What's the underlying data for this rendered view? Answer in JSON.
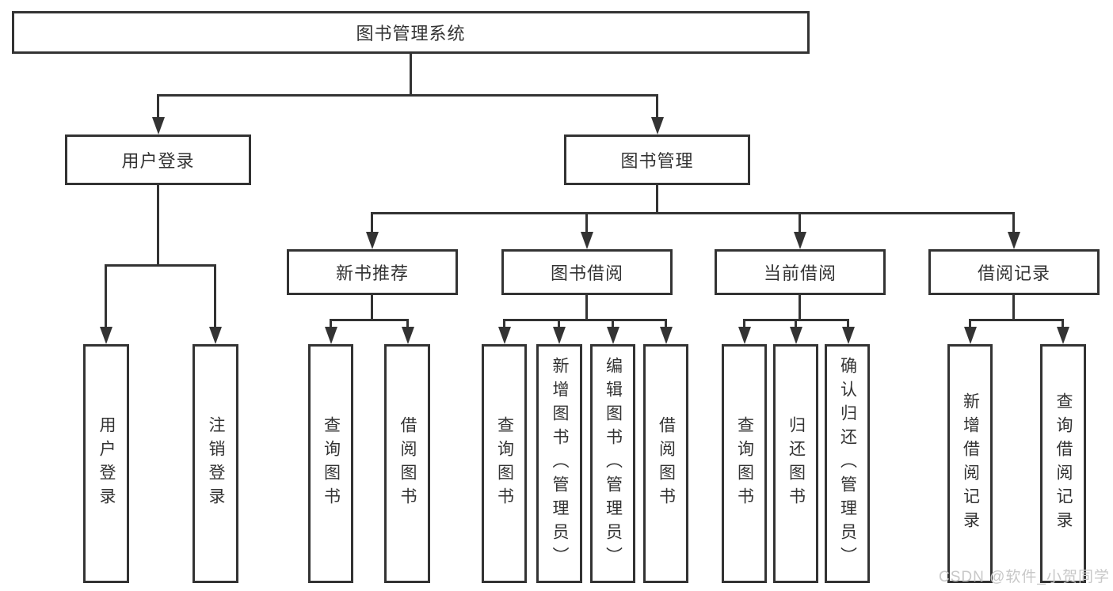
{
  "tree": {
    "root": "图书管理系统",
    "level2": [
      "用户登录",
      "图书管理"
    ],
    "level3": [
      "新书推荐",
      "图书借阅",
      "当前借阅",
      "借阅记录"
    ],
    "leaves": [
      "用户登录",
      "注销登录",
      "查询图书",
      "借阅图书",
      "查询图书",
      "新增图书（管理员）",
      "编辑图书（管理员）",
      "借阅图书",
      "查询图书",
      "归还图书",
      "确认归还（管理员）",
      "新增借阅记录",
      "查询借阅记录"
    ]
  },
  "watermark": "CSDN @软件_小贺同学",
  "colors": {
    "line": "#333333",
    "box_border": "#333333",
    "box_fill": "#ffffff",
    "text": "#333333",
    "watermark": "#c8c8c8",
    "background": "#ffffff"
  }
}
